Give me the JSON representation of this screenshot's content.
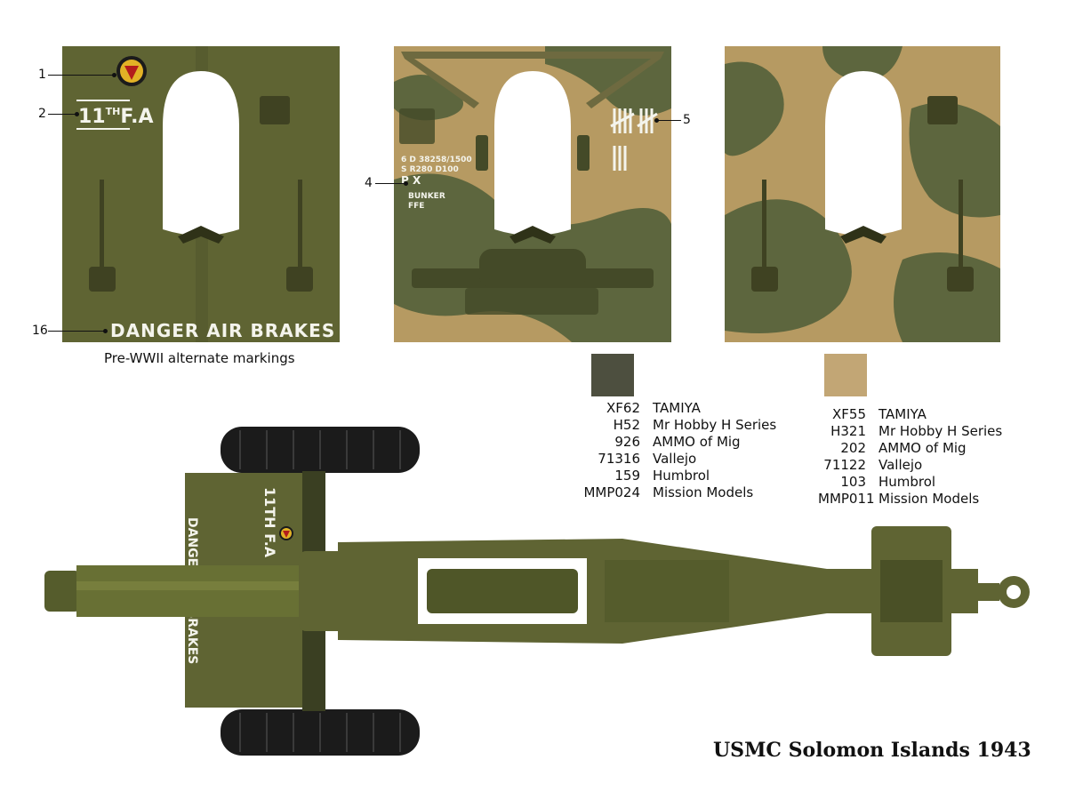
{
  "panels": {
    "left": {
      "callouts": [
        "1",
        "2",
        "16"
      ],
      "unit_marking": "11TH F.A",
      "unit_marking_sup": "TH",
      "brake_marking": "DANGER AIR BRAKES",
      "caption": "Pre-WWII alternate markings"
    },
    "middle": {
      "callouts": [
        "4",
        "5"
      ],
      "stencil_lines": [
        "6 D  38258/1500",
        "S   R280  D100",
        "P  X",
        "BUNKER",
        "FFE"
      ]
    },
    "right": {}
  },
  "paints": {
    "olive": {
      "color": "#4d4f3f",
      "entries": [
        {
          "code": "XF62",
          "name": "TAMIYA"
        },
        {
          "code": "H52",
          "name": "Mr Hobby H Series"
        },
        {
          "code": "926",
          "name": "AMMO of Mig"
        },
        {
          "code": "71316",
          "name": "Vallejo"
        },
        {
          "code": "159",
          "name": "Humbrol"
        },
        {
          "code": "MMP024",
          "name": "Mission Models"
        }
      ]
    },
    "tan": {
      "color": "#c2a675",
      "entries": [
        {
          "code": "XF55",
          "name": "TAMIYA"
        },
        {
          "code": "H321",
          "name": "Mr Hobby H Series"
        },
        {
          "code": "202",
          "name": "AMMO of Mig"
        },
        {
          "code": "71122",
          "name": "Vallejo"
        },
        {
          "code": "103",
          "name": "Humbrol"
        },
        {
          "code": "MMP011",
          "name": "Mission Models"
        }
      ]
    }
  },
  "topview": {
    "shield_marking": "11TH F.A",
    "side_marking": "DANGER AIR BRAKES"
  },
  "colors": {
    "olive_drab": "#5e6330",
    "tan": "#b69a62",
    "green_dark": "#4f5b38",
    "tire": "#1b1b1b"
  },
  "title": "USMC Solomon Islands 1943"
}
